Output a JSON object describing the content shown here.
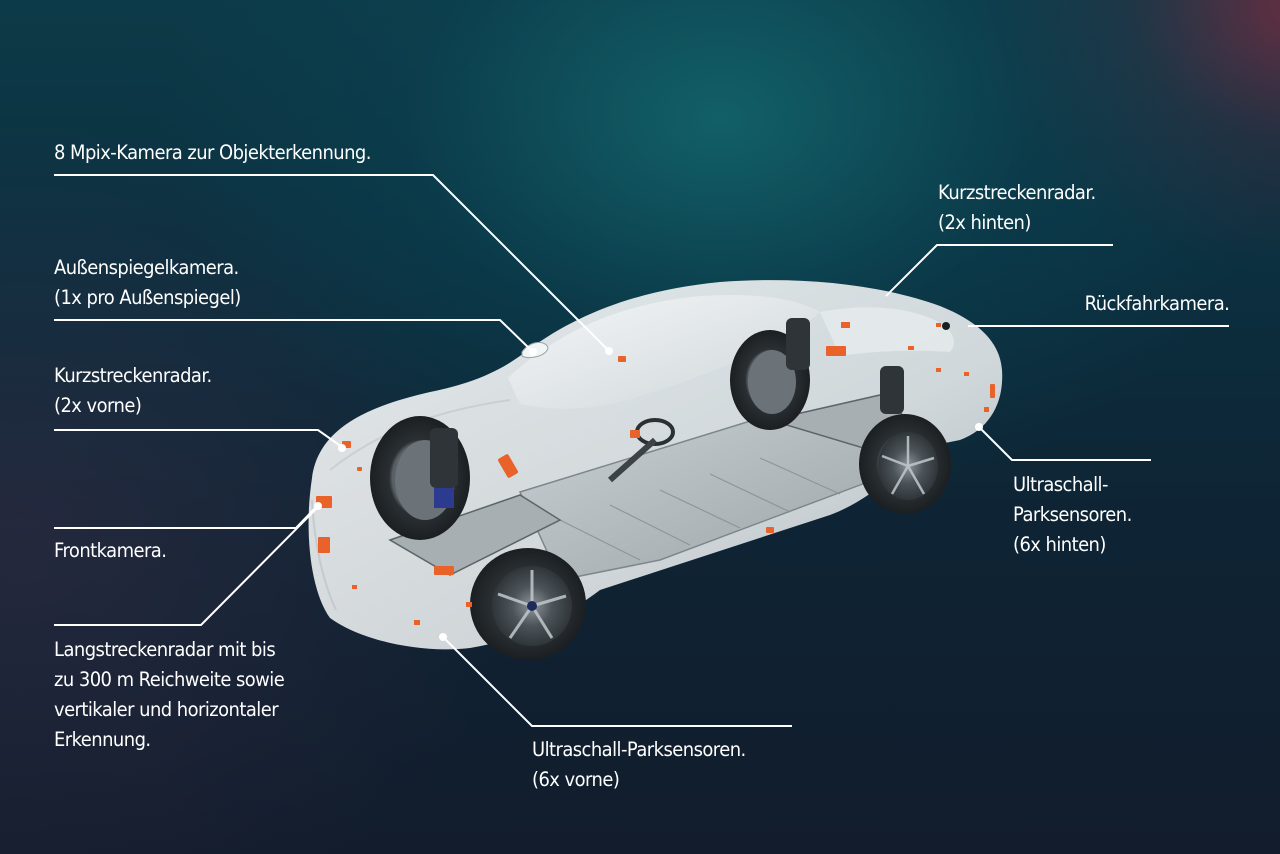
{
  "colors": {
    "background_teal": "#0b4a55",
    "background_navy": "#121c2c",
    "background_corner_red": "#6e2d41",
    "label_text": "#ffffff",
    "leader_line": "#ffffff",
    "sensor_orange": "#e8622a",
    "car_body": "#e8ecee"
  },
  "callouts": {
    "mpix_camera": {
      "lines": [
        "8 Mpix-Kamera zur Objekterkennung."
      ]
    },
    "mirror_camera": {
      "lines": [
        "Außenspiegelkamera.",
        "(1x pro Außenspiegel)"
      ]
    },
    "short_radar_front": {
      "lines": [
        "Kurzstreckenradar.",
        "(2x vorne)"
      ]
    },
    "front_camera": {
      "lines": [
        "Frontkamera."
      ]
    },
    "long_radar": {
      "lines": [
        "Langstreckenradar mit bis",
        "zu 300 m Reichweite sowie",
        "vertikaler und horizontaler",
        "Erkennung."
      ]
    },
    "short_radar_rear": {
      "lines": [
        "Kurzstreckenradar.",
        "(2x hinten)"
      ]
    },
    "rear_camera": {
      "lines": [
        "Rückfahrkamera."
      ]
    },
    "ultrasonic_rear": {
      "lines": [
        "Ultraschall-",
        "Parksensoren.",
        "(6x hinten)"
      ]
    },
    "ultrasonic_front": {
      "lines": [
        "Ultraschall-Parksensoren.",
        "(6x vorne)"
      ]
    }
  },
  "illustration": {
    "subject": "cutaway-electric-sedan",
    "description": "White translucent sedan with visible chassis, battery pack, suspension and orange sensor modules"
  }
}
